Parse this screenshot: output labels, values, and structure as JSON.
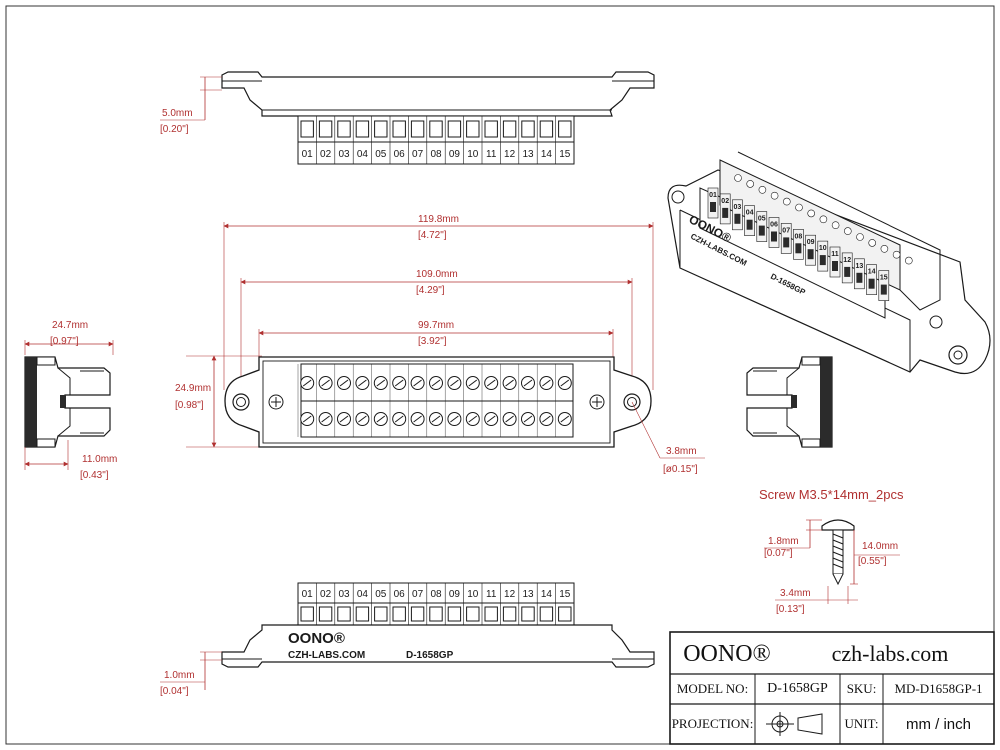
{
  "terminals": [
    "01",
    "02",
    "03",
    "04",
    "05",
    "06",
    "07",
    "08",
    "09",
    "10",
    "11",
    "12",
    "13",
    "14",
    "15"
  ],
  "colors": {
    "outline": "#1a1a1a",
    "dimension": "#b03030",
    "housing": "#2b2b2b",
    "terminal": "#f2f2f2"
  },
  "dimensions": {
    "top_height": {
      "mm": "5.0mm",
      "in": "[0.20\"]"
    },
    "overall_length": {
      "mm": "119.8mm",
      "in": "[4.72\"]"
    },
    "hole_spacing": {
      "mm": "109.0mm",
      "in": "[4.29\"]"
    },
    "body_length": {
      "mm": "99.7mm",
      "in": "[3.92\"]"
    },
    "side_width": {
      "mm": "24.7mm",
      "in": "[0.97\"]"
    },
    "body_width": {
      "mm": "24.9mm",
      "in": "[0.98\"]"
    },
    "side_base": {
      "mm": "11.0mm",
      "in": "[0.43\"]"
    },
    "hole_dia": {
      "mm": "3.8mm",
      "in": "[ø0.15\"]"
    },
    "bottom_height": {
      "mm": "1.0mm",
      "in": "[0.04\"]"
    },
    "screw_head": {
      "mm": "1.8mm",
      "in": "[0.07\"]"
    },
    "screw_length": {
      "mm": "14.0mm",
      "in": "[0.55\"]"
    },
    "screw_dia": {
      "mm": "3.4mm",
      "in": "[0.13\"]"
    }
  },
  "screw_label": "Screw M3.5*14mm_2pcs",
  "brand": {
    "logo": "OONO®",
    "site": "CZH-LABS.COM",
    "model": "D-1658GP"
  },
  "iso_labels": {
    "logo": "OONO®",
    "text": "CZH-LABS.COM",
    "model": "D-1658GP"
  },
  "title_block": {
    "brand": "OONO®",
    "website": "czh-labs.com",
    "model_label": "MODEL NO:",
    "model_value": "D-1658GP",
    "sku_label": "SKU:",
    "sku_value": "MD-D1658GP-1",
    "projection_label": "PROJECTION:",
    "unit_label": "UNIT:",
    "unit_value": "mm / inch"
  }
}
